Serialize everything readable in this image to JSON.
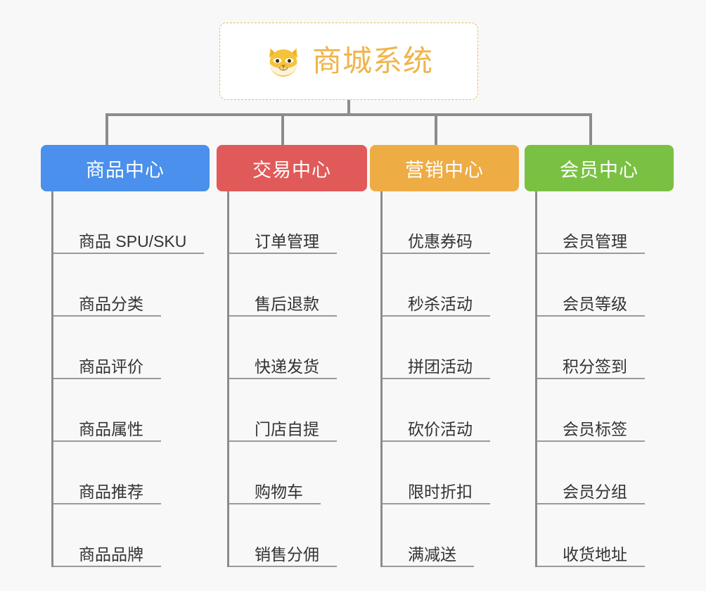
{
  "background_color": "#f8f8f8",
  "root": {
    "title": "商城系统",
    "icon": "shiba-dog-emoji",
    "text_color": "#f0b54a",
    "border_color": "#efb95b",
    "background": "#ffffff"
  },
  "categories": [
    {
      "label": "商品中心",
      "color": "#4a90ec",
      "items": [
        "商品 SPU/SKU",
        "商品分类",
        "商品评价",
        "商品属性",
        "商品推荐",
        "商品品牌"
      ]
    },
    {
      "label": "交易中心",
      "color": "#e15a5a",
      "items": [
        "订单管理",
        "售后退款",
        "快递发货",
        "门店自提",
        "购物车",
        "销售分佣"
      ]
    },
    {
      "label": "营销中心",
      "color": "#eeac45",
      "items": [
        "优惠券码",
        "秒杀活动",
        "拼团活动",
        "砍价活动",
        "限时折扣",
        "满减送"
      ]
    },
    {
      "label": "会员中心",
      "color": "#7ac143",
      "items": [
        "会员管理",
        "会员等级",
        "积分签到",
        "会员标签",
        "会员分组",
        "收货地址"
      ]
    }
  ],
  "connector_color": "#8c8c8c",
  "leaf_text_color": "#333333"
}
